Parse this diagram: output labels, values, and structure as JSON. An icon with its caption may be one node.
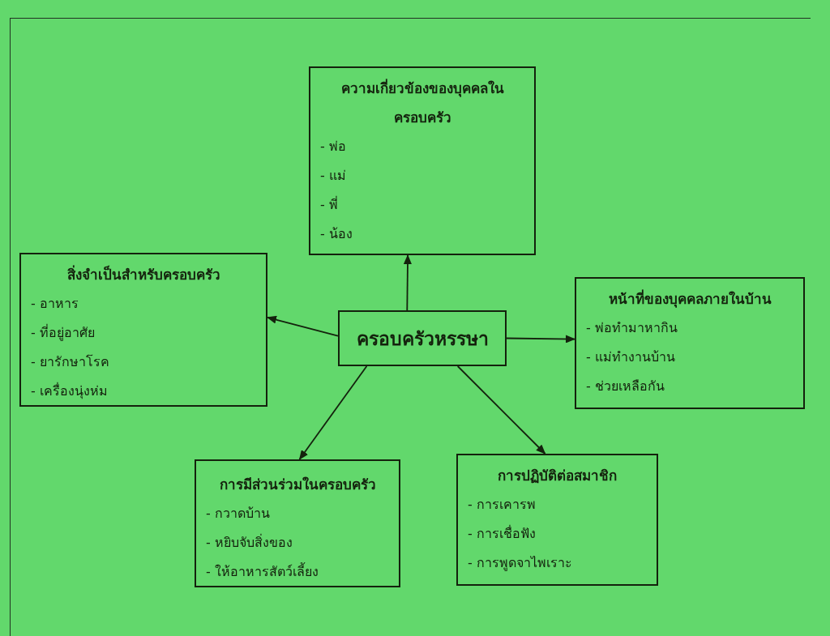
{
  "diagram": {
    "nodes": [
      {
        "text": [
          "ความเกี่ยวข้องของบุคคลในครอบครัว",
          "- พ่อ",
          "- แม่",
          "- พี่",
          "- น้อง"
        ]
      },
      {
        "text": [
          "สิ่งจำเป็นสำหรับครอบครัว",
          "- อาหาร",
          "- ที่อยู่อาศัย",
          "- ยารักษาโรค",
          "- เครื่องนุ่งห่ม"
        ]
      },
      {
        "text": [
          "ครอบครัวหรรษา"
        ]
      },
      {
        "text": [
          "หน้าที่ของบุคคลภายในบ้าน",
          "- พ่อทำมาหากิน",
          "- แม่ทำงานบ้าน",
          "- ช่วยเหลือกัน"
        ]
      },
      {
        "text": [
          "การมีส่วนร่วมในครอบครัว",
          "- กวาดบ้าน",
          "- หยิบจับสิ่งของ",
          "- ให้อาหารสัตว์เลี้ยง"
        ]
      },
      {
        "text": [
          "การปฏิบัติต่อสมาชิก",
          "- การเคารพ",
          "- การเชื่อฟัง",
          "- การพูดจาไพเราะ"
        ]
      }
    ],
    "edges": [
      {
        "from": 2,
        "to": 0,
        "arrow": "to"
      },
      {
        "from": 2,
        "to": 1,
        "arrow": "to"
      },
      {
        "from": 2,
        "to": 3,
        "arrow": "to"
      },
      {
        "from": 2,
        "to": 4,
        "arrow": "to"
      },
      {
        "from": 2,
        "to": 5,
        "arrow": "to"
      }
    ]
  }
}
